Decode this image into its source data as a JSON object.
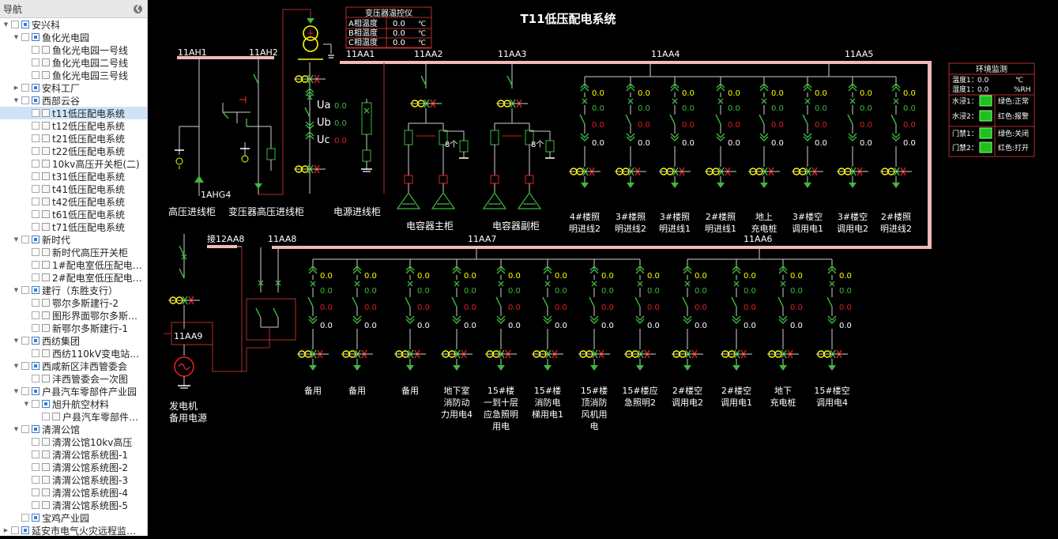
{
  "sidebar": {
    "title": "导航",
    "items": [
      {
        "label": "安兴科",
        "level": 0,
        "kind": "site",
        "toggle": "open"
      },
      {
        "label": "鱼化光电园",
        "level": 1,
        "kind": "site",
        "toggle": "open"
      },
      {
        "label": "鱼化光电园一号线",
        "level": 2,
        "kind": "page",
        "toggle": ""
      },
      {
        "label": "鱼化光电园二号线",
        "level": 2,
        "kind": "page",
        "toggle": ""
      },
      {
        "label": "鱼化光电园三号线",
        "level": 2,
        "kind": "page",
        "toggle": ""
      },
      {
        "label": "安科工厂",
        "level": 1,
        "kind": "site",
        "toggle": "closed"
      },
      {
        "label": "西部云谷",
        "level": 1,
        "kind": "site",
        "toggle": "open"
      },
      {
        "label": "t11低压配电系统",
        "level": 2,
        "kind": "page",
        "toggle": "",
        "selected": true
      },
      {
        "label": "t12低压配电系统",
        "level": 2,
        "kind": "page",
        "toggle": ""
      },
      {
        "label": "t21低压配电系统",
        "level": 2,
        "kind": "page",
        "toggle": ""
      },
      {
        "label": "t22低压配电系统",
        "level": 2,
        "kind": "page",
        "toggle": ""
      },
      {
        "label": "10kv高压开关柜(二)",
        "level": 2,
        "kind": "page",
        "toggle": ""
      },
      {
        "label": "t31低压配电系统",
        "level": 2,
        "kind": "page",
        "toggle": ""
      },
      {
        "label": "t41低压配电系统",
        "level": 2,
        "kind": "page",
        "toggle": ""
      },
      {
        "label": "t42低压配电系统",
        "level": 2,
        "kind": "page",
        "toggle": ""
      },
      {
        "label": "t61低压配电系统",
        "level": 2,
        "kind": "page",
        "toggle": ""
      },
      {
        "label": "t71低压配电系统",
        "level": 2,
        "kind": "page",
        "toggle": ""
      },
      {
        "label": "新时代",
        "level": 1,
        "kind": "site",
        "toggle": "open"
      },
      {
        "label": "新时代高压开关柜",
        "level": 2,
        "kind": "page",
        "toggle": ""
      },
      {
        "label": "1#配电室低压配电…",
        "level": 2,
        "kind": "page",
        "toggle": ""
      },
      {
        "label": "2#配电室低压配电…",
        "level": 2,
        "kind": "page",
        "toggle": ""
      },
      {
        "label": "建行（东胜支行）",
        "level": 1,
        "kind": "site",
        "toggle": "open"
      },
      {
        "label": "鄂尔多斯建行-2",
        "level": 2,
        "kind": "page",
        "toggle": ""
      },
      {
        "label": "图形界面鄂尔多斯…",
        "level": 2,
        "kind": "page",
        "toggle": ""
      },
      {
        "label": "新鄂尔多斯建行-1",
        "level": 2,
        "kind": "page",
        "toggle": ""
      },
      {
        "label": "西纺集团",
        "level": 1,
        "kind": "site",
        "toggle": "open"
      },
      {
        "label": "西纺110kV变电站…",
        "level": 2,
        "kind": "page",
        "toggle": ""
      },
      {
        "label": "西咸新区沣西管委会",
        "level": 1,
        "kind": "site",
        "toggle": "open"
      },
      {
        "label": "沣西管委会一次图",
        "level": 2,
        "kind": "page",
        "toggle": ""
      },
      {
        "label": "户县汽车零部件产业园",
        "level": 1,
        "kind": "site",
        "toggle": "open"
      },
      {
        "label": "旭升航空材料",
        "level": 2,
        "kind": "site",
        "toggle": "open"
      },
      {
        "label": "户县汽车零部件…",
        "level": 3,
        "kind": "page",
        "toggle": ""
      },
      {
        "label": "清渭公馆",
        "level": 1,
        "kind": "site",
        "toggle": "open"
      },
      {
        "label": "清渭公馆10kv高压",
        "level": 2,
        "kind": "page",
        "toggle": ""
      },
      {
        "label": "清渭公馆系统图-1",
        "level": 2,
        "kind": "page",
        "toggle": ""
      },
      {
        "label": "清渭公馆系统图-2",
        "level": 2,
        "kind": "page",
        "toggle": ""
      },
      {
        "label": "清渭公馆系统图-3",
        "level": 2,
        "kind": "page",
        "toggle": ""
      },
      {
        "label": "清渭公馆系统图-4",
        "level": 2,
        "kind": "page",
        "toggle": ""
      },
      {
        "label": "清渭公馆系统图-5",
        "level": 2,
        "kind": "page",
        "toggle": ""
      },
      {
        "label": "宝鸡产业园",
        "level": 1,
        "kind": "site",
        "toggle": ""
      },
      {
        "label": "延安市电气火灾远程监…",
        "level": 0,
        "kind": "site",
        "toggle": "closed"
      }
    ]
  },
  "diagram": {
    "title": "T11低压配电系统",
    "colors": {
      "bus": "#f2b9b9",
      "line": "#d0d0d0",
      "green": "#3cb93c",
      "red": "#e02020",
      "yellow": "#ffff00",
      "border": "#b03030"
    },
    "transformer_temp": {
      "title": "变压器温控仪",
      "rows": [
        {
          "label": "A相温度",
          "value": "0.0",
          "unit": "℃"
        },
        {
          "label": "B相温度",
          "value": "0.0",
          "unit": "℃"
        },
        {
          "label": "C相温度",
          "value": "0.0",
          "unit": "℃"
        }
      ]
    },
    "env": {
      "title": "环境监测",
      "temp_label": "温度1：",
      "temp_value": "0.0",
      "temp_unit": "℃",
      "hum_label": "湿度1：",
      "hum_value": "0.0",
      "hum_unit": "%RH",
      "water": [
        {
          "label": "水浸1："
        },
        {
          "label": "水浸2："
        }
      ],
      "water_legend": [
        "绿色:正常",
        "红色:报警"
      ],
      "door": [
        {
          "label": "门禁1："
        },
        {
          "label": "门禁2："
        }
      ],
      "door_legend": [
        "绿色:关闭",
        "红色:打开"
      ]
    },
    "bus_labels": {
      "ah1": "11AH1",
      "ah2": "11AH2",
      "aa1": "11AA1",
      "aa2": "11AA2",
      "aa3": "11AA3",
      "aa4": "11AA4",
      "aa5": "11AA5",
      "ahg4": "1AHG4",
      "j12aa8": "接12AA8",
      "aa8": "11AA8",
      "aa7": "11AA7",
      "aa6": "11AA6",
      "aa9": "11AA9"
    },
    "cabinets": {
      "hv_in": "高压进线柜",
      "tx_hv_in": "变压器高压进线柜",
      "power_in": "电源进线柜",
      "cap_main": "电容器主柜",
      "cap_aux": "电容器副柜",
      "cap_count_main": "8个",
      "cap_count_aux": "8个",
      "generator": "发电机\n备用电源"
    },
    "voltage": [
      {
        "label": "Ua",
        "value": "0.0",
        "color": "green"
      },
      {
        "label": "Ub",
        "value": "0.0",
        "color": "green"
      },
      {
        "label": "Uc",
        "value": "0.0",
        "color": "red"
      }
    ],
    "feeders_top": [
      {
        "name": "4#楼照\n明进线2",
        "vals": [
          "0.0",
          "0.0",
          "0.0",
          "0.0"
        ]
      },
      {
        "name": "3#楼照\n明进线2",
        "vals": [
          "0.0",
          "0.0",
          "0.0",
          "0.0"
        ]
      },
      {
        "name": "3#楼照\n明进线1",
        "vals": [
          "0.0",
          "0.0",
          "0.0",
          "0.0"
        ]
      },
      {
        "name": "2#楼照\n明进线1",
        "vals": [
          "0.0",
          "0.0",
          "0.0",
          "0.0"
        ]
      },
      {
        "name": "地上\n充电桩",
        "vals": [
          "0.0",
          "0.0",
          "0.0",
          "0.0"
        ]
      },
      {
        "name": "3#楼空\n调用电1",
        "vals": [
          "0.0",
          "0.0",
          "0.0",
          "0.0"
        ]
      },
      {
        "name": "3#楼空\n调用电2",
        "vals": [
          "0.0",
          "0.0",
          "0.0",
          "0.0"
        ]
      },
      {
        "name": "2#楼照\n明进线2",
        "vals": [
          "0.0",
          "0.0",
          "0.0",
          "0.0"
        ]
      }
    ],
    "feeders_bottom": [
      {
        "name": "备用",
        "vals": [
          "0.0",
          "0.0",
          "0.0",
          "0.0"
        ]
      },
      {
        "name": "备用",
        "vals": [
          "0.0",
          "0.0",
          "0.0",
          "0.0"
        ]
      },
      {
        "name": "备用",
        "vals": [
          "0.0",
          "0.0",
          "0.0",
          "0.0"
        ]
      },
      {
        "name": "地下室\n消防动\n力用电4",
        "vals": [
          "0.0",
          "0.0",
          "0.0",
          "0.0"
        ]
      },
      {
        "name": "15#楼\n一到十层\n应急照明\n用电",
        "vals": [
          "0.0",
          "0.0",
          "0.0",
          "0.0"
        ]
      },
      {
        "name": "15#楼\n消防电\n梯用电1",
        "vals": [
          "0.0",
          "0.0",
          "0.0",
          "0.0"
        ]
      },
      {
        "name": "15#楼\n顶消防\n风机用\n电",
        "vals": [
          "0.0",
          "0.0",
          "0.0",
          "0.0"
        ]
      },
      {
        "name": "15#楼应\n急照明2",
        "vals": [
          "0.0",
          "0.0",
          "0.0",
          "0.0"
        ]
      },
      {
        "name": "2#楼空\n调用电2",
        "vals": [
          "0.0",
          "0.0",
          "0.0",
          "0.0"
        ]
      },
      {
        "name": "2#楼空\n调用电1",
        "vals": [
          "0.0",
          "0.0",
          "0.0",
          "0.0"
        ]
      },
      {
        "name": "地下\n充电桩",
        "vals": [
          "0.0",
          "0.0",
          "0.0",
          "0.0"
        ]
      },
      {
        "name": "15#楼空\n调用电4",
        "vals": [
          "0.0",
          "0.0",
          "0.0",
          "0.0"
        ]
      }
    ]
  }
}
